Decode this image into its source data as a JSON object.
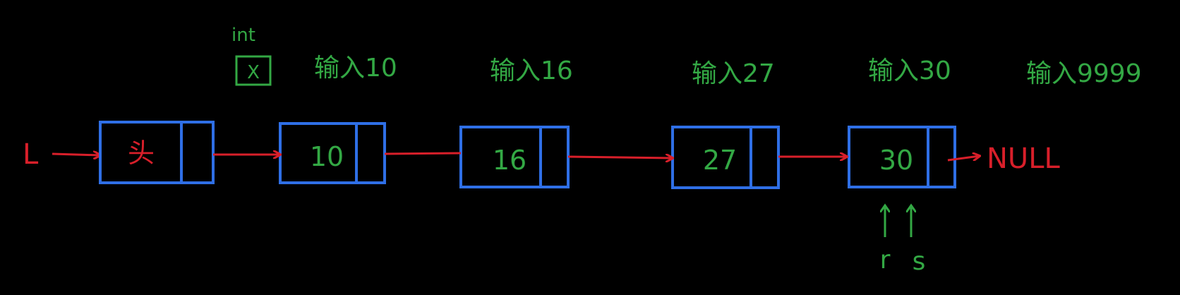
{
  "colors": {
    "background": "#000000",
    "node": "#2f6fe6",
    "pointer": "#d81f2a",
    "annotation": "#33a844"
  },
  "head_label": "L",
  "null_label": "NULL",
  "nodes": [
    {
      "value": "头",
      "value_color": "#d81f2a"
    },
    {
      "value": "10",
      "value_color": "#33a844"
    },
    {
      "value": "16",
      "value_color": "#33a844"
    },
    {
      "value": "27",
      "value_color": "#33a844"
    },
    {
      "value": "30",
      "value_color": "#33a844"
    }
  ],
  "x_var": {
    "type_label": "int",
    "name": "X"
  },
  "inputs": [
    "输入10",
    "输入16",
    "输入27",
    "输入30",
    "输入9999"
  ],
  "pointers": [
    {
      "label": "r",
      "icon": "arrow-up-icon"
    },
    {
      "label": "s",
      "icon": "arrow-up-icon"
    }
  ]
}
